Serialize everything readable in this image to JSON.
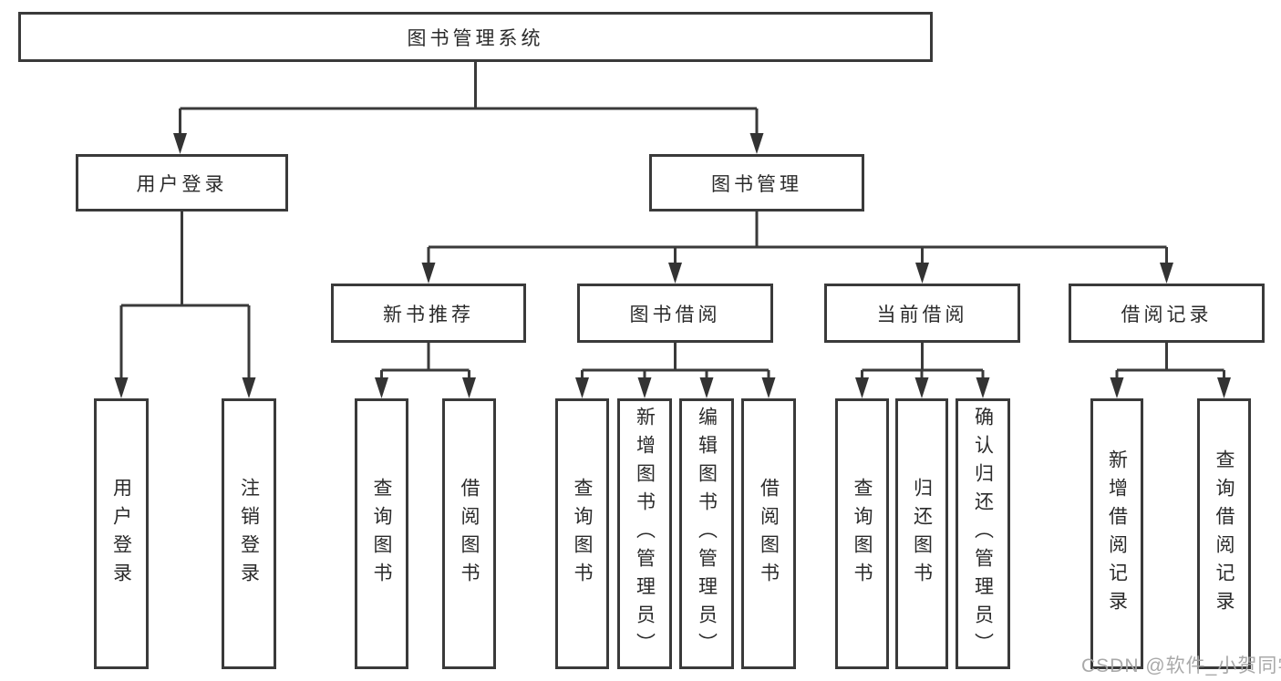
{
  "tree": {
    "label": "图书管理系统",
    "children": [
      {
        "label": "用户登录",
        "children": [
          {
            "label": "用户登录"
          },
          {
            "label": "注销登录"
          }
        ]
      },
      {
        "label": "图书管理",
        "children": [
          {
            "label": "新书推荐",
            "children": [
              {
                "label": "查询图书"
              },
              {
                "label": "借阅图书"
              }
            ]
          },
          {
            "label": "图书借阅",
            "children": [
              {
                "label": "查询图书"
              },
              {
                "label": "新增图书（管理员）"
              },
              {
                "label": "编辑图书（管理员）"
              },
              {
                "label": "借阅图书"
              }
            ]
          },
          {
            "label": "当前借阅",
            "children": [
              {
                "label": "查询图书"
              },
              {
                "label": "归还图书"
              },
              {
                "label": "确认归还（管理员）"
              }
            ]
          },
          {
            "label": "借阅记录",
            "children": [
              {
                "label": "新增借阅记录"
              },
              {
                "label": "查询借阅记录"
              }
            ]
          }
        ]
      }
    ]
  },
  "watermark": {
    "text": "CSDN @软件_小贺同学"
  },
  "colors": {
    "line": "#3a3a3a",
    "text": "#2b2b2b",
    "box_fill": "#ffffff",
    "background": "#ffffff",
    "watermark": "#a5a5a5"
  }
}
